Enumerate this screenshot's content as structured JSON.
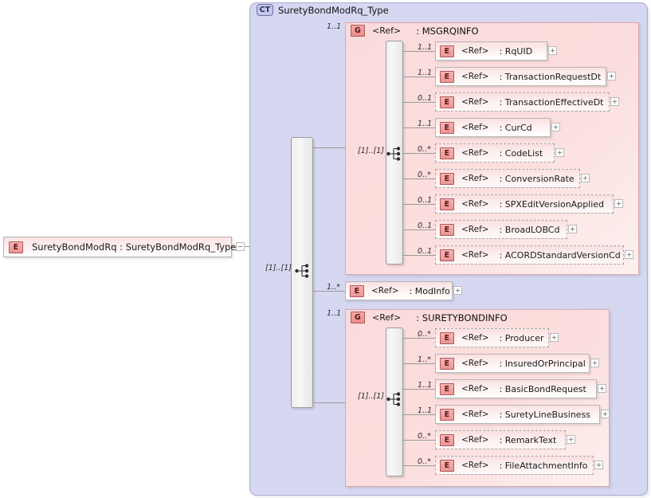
{
  "diagram": {
    "root_element": {
      "badge": "E",
      "label": "SuretyBondModRq : SuretyBondModRq_Type",
      "toggle": "minus-icon"
    },
    "complex_type": {
      "badge": "CT",
      "title": "SuretyBondModRq_Type",
      "sequence_cardinality": "[1]..[1]"
    },
    "children": [
      {
        "kind": "group",
        "badge": "G",
        "ref": "<Ref>",
        "name": ": MSGRQINFO",
        "cardinality": "1..1",
        "sequence_cardinality": "[1]..[1]",
        "members": [
          {
            "badge": "E",
            "ref": "<Ref>",
            "name": ": RqUID",
            "cardinality": "1..1",
            "optional": false,
            "toggle": "plus-icon"
          },
          {
            "badge": "E",
            "ref": "<Ref>",
            "name": ": TransactionRequestDt",
            "cardinality": "1..1",
            "optional": false,
            "toggle": "plus-icon"
          },
          {
            "badge": "E",
            "ref": "<Ref>",
            "name": ": TransactionEffectiveDt",
            "cardinality": "0..1",
            "optional": true,
            "toggle": "plus-icon"
          },
          {
            "badge": "E",
            "ref": "<Ref>",
            "name": ": CurCd",
            "cardinality": "1..1",
            "optional": false,
            "toggle": "plus-icon"
          },
          {
            "badge": "E",
            "ref": "<Ref>",
            "name": ": CodeList",
            "cardinality": "0..*",
            "optional": true,
            "toggle": "plus-icon"
          },
          {
            "badge": "E",
            "ref": "<Ref>",
            "name": ": ConversionRate",
            "cardinality": "0..*",
            "optional": true,
            "toggle": "plus-icon"
          },
          {
            "badge": "E",
            "ref": "<Ref>",
            "name": ": SPXEditVersionApplied",
            "cardinality": "0..1",
            "optional": true,
            "toggle": "plus-icon"
          },
          {
            "badge": "E",
            "ref": "<Ref>",
            "name": ": BroadLOBCd",
            "cardinality": "0..1",
            "optional": true,
            "toggle": "plus-icon"
          },
          {
            "badge": "E",
            "ref": "<Ref>",
            "name": ": ACORDStandardVersionCd",
            "cardinality": "0..1",
            "optional": true,
            "toggle": "plus-icon"
          }
        ]
      },
      {
        "kind": "element",
        "badge": "E",
        "ref": "<Ref>",
        "name": ": ModInfo",
        "cardinality": "1..*",
        "optional": false,
        "toggle": "plus-icon"
      },
      {
        "kind": "group",
        "badge": "G",
        "ref": "<Ref>",
        "name": ": SURETYBONDINFO",
        "cardinality": "1..1",
        "sequence_cardinality": "[1]..[1]",
        "members": [
          {
            "badge": "E",
            "ref": "<Ref>",
            "name": ": Producer",
            "cardinality": "0..*",
            "optional": true,
            "toggle": "plus-icon"
          },
          {
            "badge": "E",
            "ref": "<Ref>",
            "name": ": InsuredOrPrincipal",
            "cardinality": "1..*",
            "optional": false,
            "toggle": "plus-icon"
          },
          {
            "badge": "E",
            "ref": "<Ref>",
            "name": ": BasicBondRequest",
            "cardinality": "1..1",
            "optional": false,
            "toggle": "plus-icon"
          },
          {
            "badge": "E",
            "ref": "<Ref>",
            "name": ": SuretyLineBusiness",
            "cardinality": "1..1",
            "optional": false,
            "toggle": "plus-icon"
          },
          {
            "badge": "E",
            "ref": "<Ref>",
            "name": ": RemarkText",
            "cardinality": "0..*",
            "optional": true,
            "toggle": "plus-icon"
          },
          {
            "badge": "E",
            "ref": "<Ref>",
            "name": ": FileAttachmentInfo",
            "cardinality": "0..*",
            "optional": true,
            "toggle": "plus-icon"
          }
        ]
      }
    ]
  },
  "colors": {
    "group_fill": "#fadbdb",
    "ct_fill": "#d6d8f2",
    "element_fill": "#fbe0e0",
    "badge_e": "#f0a0a0",
    "badge_ct": "#c3c5ea"
  }
}
